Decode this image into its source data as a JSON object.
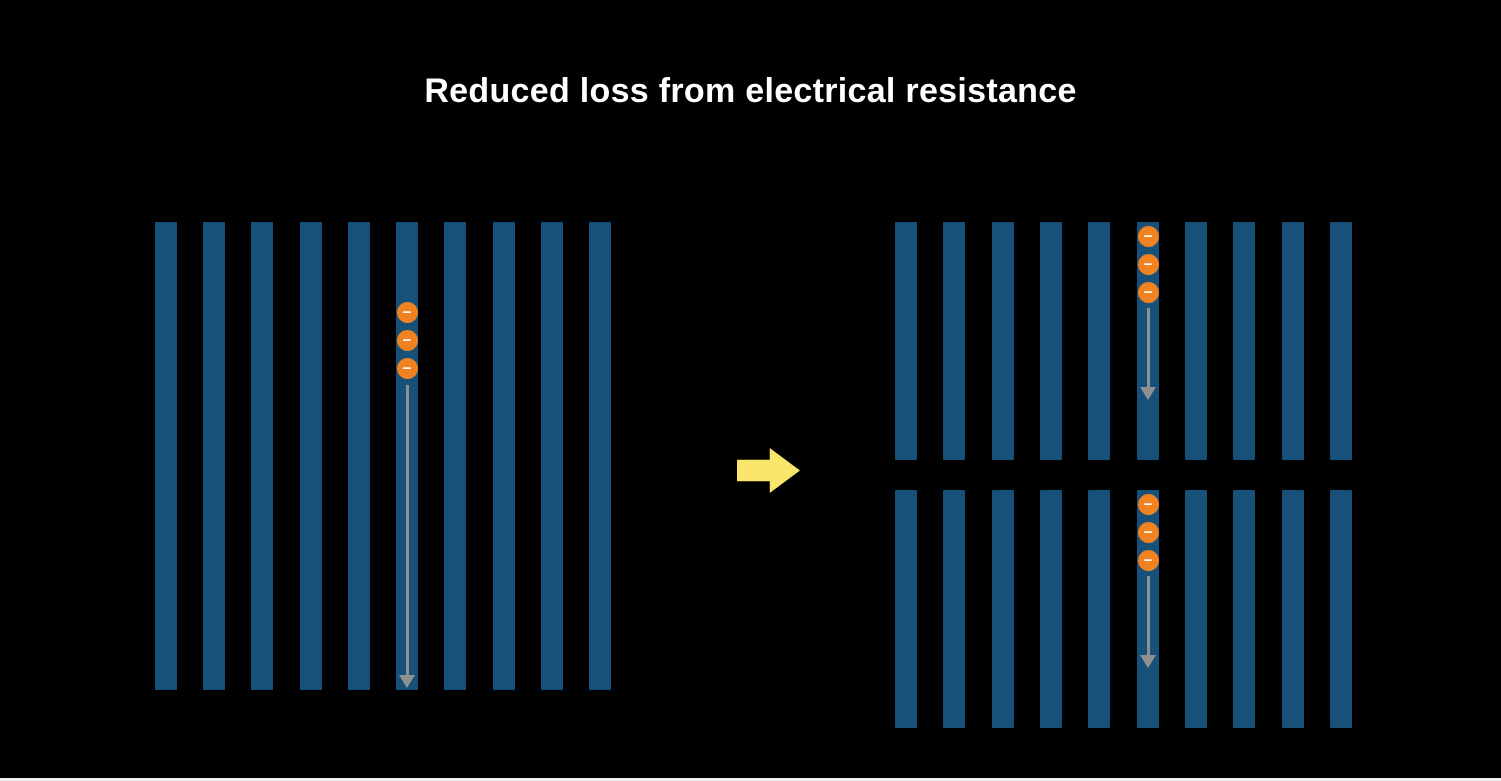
{
  "title": "Reduced loss from electrical resistance",
  "electron_symbol": "−",
  "colors": {
    "background": "#000000",
    "title_text": "#ffffff",
    "bar": "#175079",
    "electron": "#f08220",
    "electron_symbol_color": "#ffffff",
    "current_arrow": "#909090",
    "transform_arrow": "#f8e56a",
    "page_edge": "#f1f1f1"
  },
  "panels": {
    "full_cell": {
      "bar_count": 10,
      "electron_count": 3
    },
    "half_cell_top": {
      "bar_count": 10,
      "electron_count": 3
    },
    "half_cell_bottom": {
      "bar_count": 10,
      "electron_count": 3
    }
  }
}
